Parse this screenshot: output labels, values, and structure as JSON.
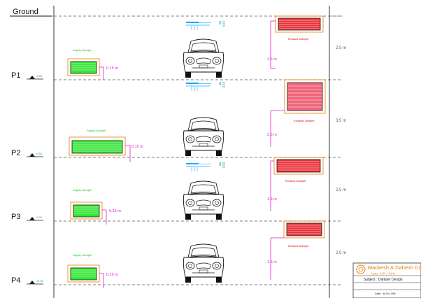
{
  "levels": [
    {
      "id": "ground",
      "label": "Ground"
    },
    {
      "id": "p1",
      "label": "P1"
    },
    {
      "id": "p2",
      "label": "P2"
    },
    {
      "id": "p3",
      "label": "P3"
    },
    {
      "id": "p4",
      "label": "P4"
    }
  ],
  "level_elev_marks": [
    "-3.00",
    "-6.50",
    "-9.00",
    "-11.50"
  ],
  "supply_damper_label": "Supply Damper",
  "exhaust_damper_label": "Exhaust Damper",
  "supply_offset_label": "0.15 m",
  "exhaust_drop_labels": [
    "1.5 m",
    "2.5 m",
    "1.5 m",
    "1.5 m"
  ],
  "floor_heights": [
    "2.5 m",
    "3.5 m",
    "2.5 m",
    "2.5 m"
  ],
  "title_block": {
    "company": "Mackesh & Dahesh Co.",
    "company_sub": "مقاولات تكييف وتهوية",
    "subject": "Subject : Damper Design",
    "date": "Date : 8.29.1396"
  },
  "colors": {
    "supply_fill": "#33e633",
    "exhaust_fill": "#e8303a",
    "orange_outline": "#e67e00",
    "dimension": "#e21bd6",
    "cyan": "#1aa7ff",
    "green_text": "#22bb22",
    "red_text": "#e10000"
  }
}
